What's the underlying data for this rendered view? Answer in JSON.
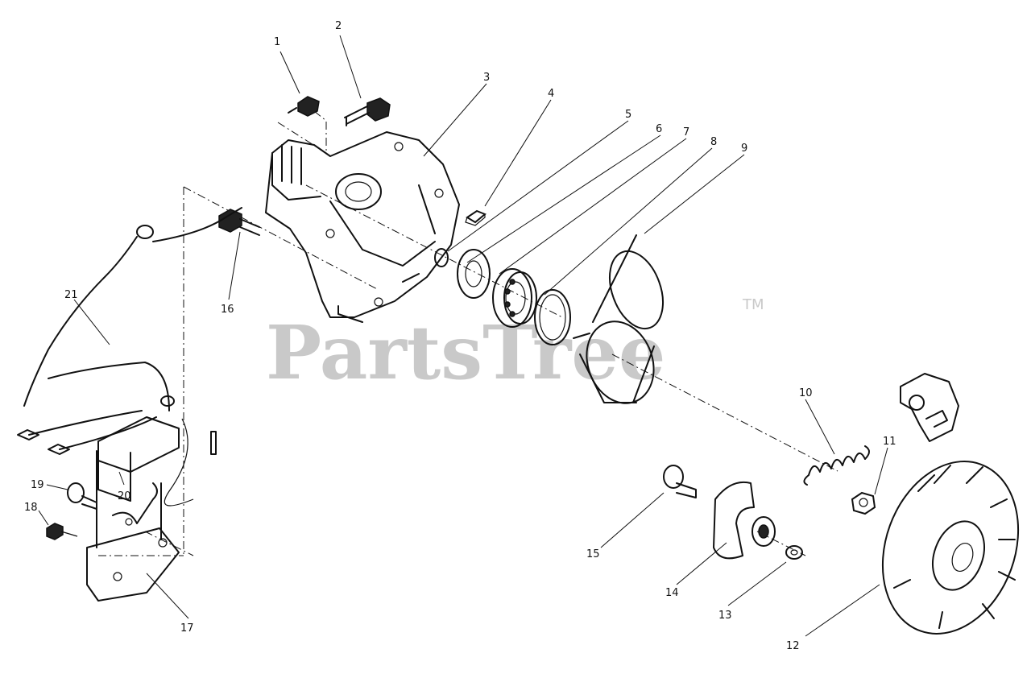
{
  "watermark": {
    "text": "PartsTree",
    "trademark": "TM"
  },
  "callouts": [
    "1",
    "2",
    "3",
    "4",
    "5",
    "6",
    "7",
    "8",
    "9",
    "10",
    "11",
    "12",
    "13",
    "14",
    "15",
    "16",
    "17",
    "18",
    "19",
    "20",
    "21"
  ]
}
